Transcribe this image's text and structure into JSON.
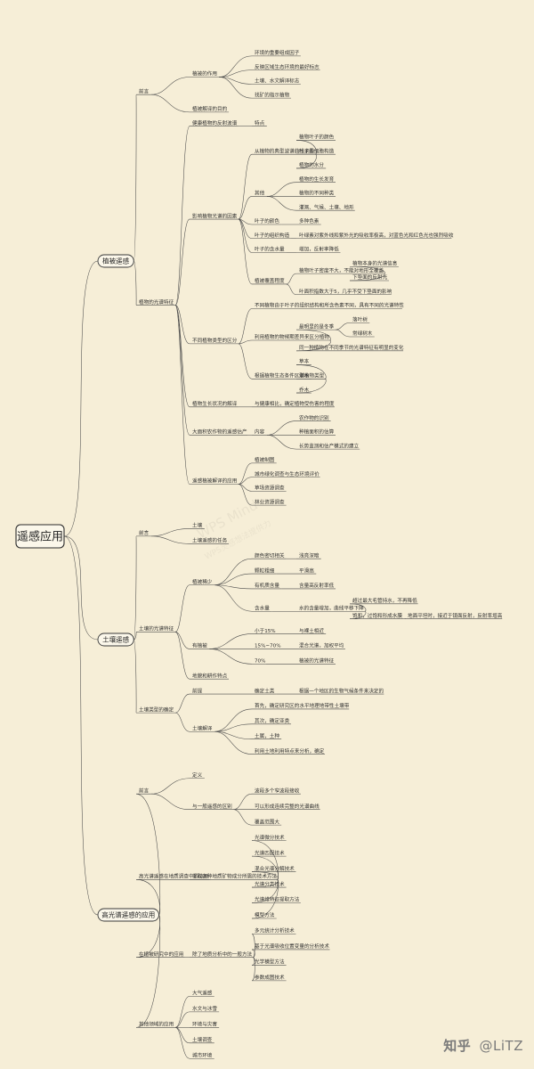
{
  "root": "遥感应用",
  "watermark": {
    "line1": "WPS Mind",
    "line2": "WPS灵感想法提供力"
  },
  "brand": {
    "logo": "知乎",
    "handle": "@LiTZ"
  },
  "branches": [
    {
      "label": "植被遥感",
      "children": [
        {
          "label": "前言",
          "children": [
            {
              "label": "植被的作用",
              "children": [
                {
                  "label": "环境的重要组成因子"
                },
                {
                  "label": "反映区域生态环境的最好标志"
                },
                {
                  "label": "土壤、水文解译标志"
                },
                {
                  "label": "找矿的指示植物"
                }
              ]
            },
            {
              "label": "植被解译的目的"
            }
          ]
        },
        {
          "label": "植物的光谱特征",
          "children": [
            {
              "label": "健康植物的反射波谱",
              "children": [
                {
                  "label": "特点"
                }
              ]
            },
            {
              "label": "影响植物光谱的因素",
              "children": [
                {
                  "label": "从植物的典型波谱曲线来看",
                  "children": [
                    {
                      "label": "植物叶子的颜色"
                    },
                    {
                      "label": "叶子的细胞构造"
                    },
                    {
                      "label": "植物的水分"
                    }
                  ]
                },
                {
                  "label": "其他",
                  "children": [
                    {
                      "label": "植物的生长发育"
                    },
                    {
                      "label": "植物的不同种类"
                    },
                    {
                      "label": "灌溉、气候、土壤、地形"
                    }
                  ]
                },
                {
                  "label": "叶子的颜色",
                  "children": [
                    {
                      "label": "多种色素"
                    }
                  ]
                },
                {
                  "label": "叶子的组织构造",
                  "children": [
                    {
                      "label": "叶绿素对紫外线和紫外光的吸收率极高，对蓝色光和红色光也强烈吸收"
                    }
                  ]
                },
                {
                  "label": "叶子的含水量",
                  "children": [
                    {
                      "label": "增加，反射率降低"
                    }
                  ]
                },
                {
                  "label": "植被覆盖程度",
                  "children": [
                    {
                      "label": "植物叶子密度不大，不能对地形全覆盖",
                      "children": [
                        {
                          "label": "植物本身的光谱信息"
                        },
                        {
                          "label": "下垫面的反射光"
                        }
                      ]
                    },
                    {
                      "label": "叶面积指数大于5，几乎不受下垫面的影响"
                    }
                  ]
                }
              ]
            },
            {
              "label": "不同植物类型的区分",
              "children": [
                {
                  "label": "不同植物由于叶子的组织结构和所含色素不同，具有不同的光谱特性"
                },
                {
                  "label": "利用植物的物候期差异来区分植物",
                  "children": [
                    {
                      "label": "最明显的是冬季",
                      "children": [
                        {
                          "label": "落叶树"
                        },
                        {
                          "label": "常绿树木"
                        }
                      ]
                    },
                    {
                      "label": "同一种植物在不同季节的光谱特征有明显的变化"
                    }
                  ]
                },
                {
                  "label": "根据植物生态条件区别植物类型",
                  "children": [
                    {
                      "label": "草本"
                    },
                    {
                      "label": "灌木"
                    },
                    {
                      "label": "乔木"
                    }
                  ]
                }
              ]
            },
            {
              "label": "植物生长状况的解译",
              "children": [
                {
                  "label": "与健康相比，确定植物受伤害的程度"
                }
              ]
            },
            {
              "label": "大面积农作物的遥感估产",
              "children": [
                {
                  "label": "内容",
                  "children": [
                    {
                      "label": "农作物的识别"
                    },
                    {
                      "label": "种植面积的估算"
                    },
                    {
                      "label": "长势监测和估产模式的建立"
                    }
                  ]
                }
              ]
            },
            {
              "label": "遥感植被解译的应用",
              "children": [
                {
                  "label": "植被制图"
                },
                {
                  "label": "城市绿化调查与生态环境评价"
                },
                {
                  "label": "草场资源调查"
                },
                {
                  "label": "林业资源调查"
                }
              ]
            }
          ]
        }
      ]
    },
    {
      "label": "土壤遥感",
      "children": [
        {
          "label": "前言",
          "children": [
            {
              "label": "土壤"
            },
            {
              "label": "土壤遥感的任务"
            }
          ]
        },
        {
          "label": "土壤的光谱特征",
          "children": [
            {
              "label": "植被稀少",
              "children": [
                {
                  "label": "颜色密切相关",
                  "children": [
                    {
                      "label": "浅亮深暗"
                    }
                  ]
                },
                {
                  "label": "颗粒粗细",
                  "children": [
                    {
                      "label": "平滑高"
                    }
                  ]
                },
                {
                  "label": "有机质含量",
                  "children": [
                    {
                      "label": "含量高反射率低"
                    }
                  ]
                },
                {
                  "label": "含水量",
                  "children": [
                    {
                      "label": "水的含量增加，曲线平移下降",
                      "children": [
                        {
                          "label": "超过最大毛管持水，不再降低"
                        },
                        {
                          "label": "饱和，过饱和形成水膜",
                          "children": [
                            {
                              "label": "地面平坦时，接近于镜面反射，反射率增高"
                            }
                          ]
                        }
                      ]
                    }
                  ]
                }
              ]
            },
            {
              "label": "有植被",
              "children": [
                {
                  "label": "小于15%",
                  "children": [
                    {
                      "label": "与裸土相近"
                    }
                  ]
                },
                {
                  "label": "15%~70%",
                  "children": [
                    {
                      "label": "混合光谱，加权平均"
                    }
                  ]
                },
                {
                  "label": "70%",
                  "children": [
                    {
                      "label": "植被的光谱特征"
                    }
                  ]
                }
              ]
            },
            {
              "label": "地貌和耕作特点"
            }
          ]
        },
        {
          "label": "土壤类型的确定",
          "children": [
            {
              "label": "前提",
              "children": [
                {
                  "label": "确定土类",
                  "children": [
                    {
                      "label": "根据一个地区的生物气候条件来决定的"
                    }
                  ]
                }
              ]
            },
            {
              "label": "土壤解译",
              "children": [
                {
                  "label": "首先，确定研究区的水平地理地带性土壤带"
                },
                {
                  "label": "其次，确定亚类"
                },
                {
                  "label": "土属，土种"
                },
                {
                  "label": "利用土地利用特点来分析，确定"
                }
              ]
            }
          ]
        }
      ]
    },
    {
      "label": "高光谱遥感的应用",
      "children": [
        {
          "label": "前言",
          "children": [
            {
              "label": "定义"
            },
            {
              "label": "与一般遥感的区别",
              "children": [
                {
                  "label": "波段多个窄波段接收"
                },
                {
                  "label": "可以形成连续完整的光谱曲线"
                },
                {
                  "label": "覆盖范围大"
                }
              ]
            }
          ]
        },
        {
          "label": "高光谱遥感在地质调查中的应用",
          "children": [
            {
              "label": "提取各种地质矿物成分所需的技术方法",
              "children": [
                {
                  "label": "光谱微分技术"
                },
                {
                  "label": "光谱匹配技术"
                },
                {
                  "label": "混合光谱分解技术"
                },
                {
                  "label": "光谱分类技术"
                },
                {
                  "label": "光谱维特征提取方法"
                },
                {
                  "label": "模型方法"
                }
              ]
            }
          ]
        },
        {
          "label": "在植被研究中的应用",
          "children": [
            {
              "label": "除了地质分析中的一般方法",
              "children": [
                {
                  "label": "多元统计分析技术"
                },
                {
                  "label": "基于光谱吸收位置变量的分析技术"
                },
                {
                  "label": "光学模型方法"
                },
                {
                  "label": "参数成图技术"
                }
              ]
            }
          ]
        },
        {
          "label": "其他领域的应用",
          "children": [
            {
              "label": "大气遥感"
            },
            {
              "label": "水文与冰雪"
            },
            {
              "label": "环境与灾害"
            },
            {
              "label": "土壤调查"
            },
            {
              "label": "城市环境"
            }
          ]
        }
      ]
    }
  ]
}
